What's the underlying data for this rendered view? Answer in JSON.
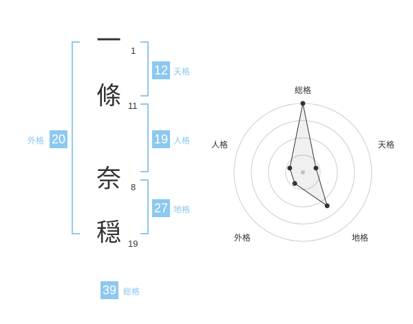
{
  "name": {
    "characters": [
      {
        "char": "一",
        "strokes": "1"
      },
      {
        "char": "條",
        "strokes": "11"
      },
      {
        "char": "奈",
        "strokes": "8"
      },
      {
        "char": "穏",
        "strokes": "19"
      }
    ]
  },
  "fortune": {
    "tenkaku": {
      "label": "天格",
      "value": "12"
    },
    "jinkaku": {
      "label": "人格",
      "value": "19"
    },
    "chikaku": {
      "label": "地格",
      "value": "27"
    },
    "gaikaku": {
      "label": "外格",
      "value": "20"
    },
    "soukaku": {
      "label": "総格",
      "value": "39"
    }
  },
  "chart_data": {
    "type": "radar",
    "axes": [
      "総格",
      "天格",
      "地格",
      "外格",
      "人格"
    ],
    "values": [
      5,
      1,
      3,
      1,
      1
    ],
    "max": 5,
    "rings": 4
  },
  "colors": {
    "accent": "#8cc8f0",
    "text": "#333333"
  }
}
